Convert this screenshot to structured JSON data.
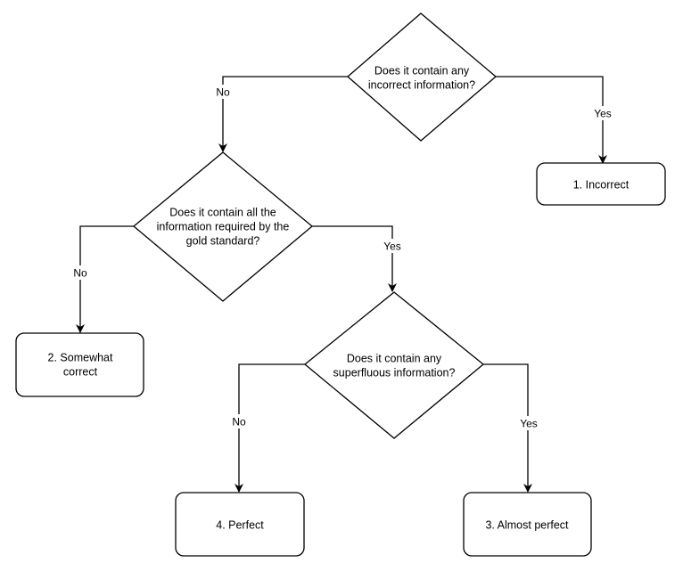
{
  "diagram": {
    "decisions": {
      "incorrect_info": [
        "Does it contain any",
        "incorrect information?"
      ],
      "all_info": [
        "Does it contain all the",
        "information required by the",
        "gold standard?"
      ],
      "superfluous": [
        "Does it contain any",
        "superfluous information?"
      ]
    },
    "outcomes": {
      "incorrect": [
        "1. Incorrect"
      ],
      "somewhat_correct": [
        "2. Somewhat",
        "correct"
      ],
      "almost_perfect": [
        "3. Almost perfect"
      ],
      "perfect": [
        "4. Perfect"
      ]
    },
    "edges": {
      "incorrect_no": "No",
      "incorrect_yes": "Yes",
      "all_no": "No",
      "all_yes": "Yes",
      "superfluous_no": "No",
      "superfluous_yes": "Yes"
    }
  }
}
